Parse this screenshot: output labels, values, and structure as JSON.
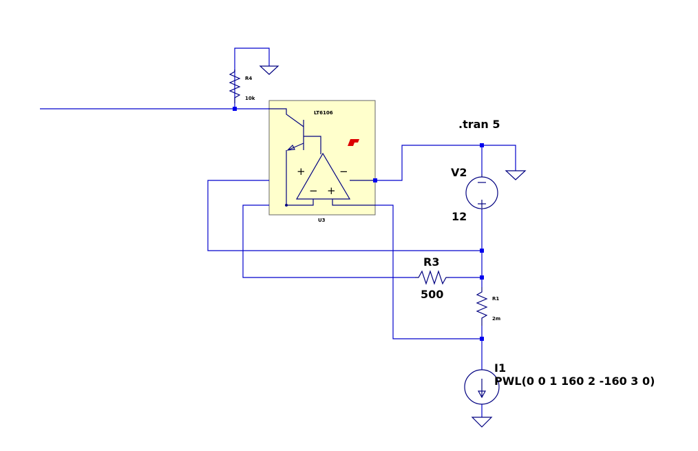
{
  "directive": ".tran 5",
  "components": {
    "r4": {
      "ref": "R4",
      "value": "10k"
    },
    "u3": {
      "ref": "U3",
      "part": "LT6106"
    },
    "v2": {
      "ref": "V2",
      "value": "12"
    },
    "r3": {
      "ref": "R3",
      "value": "500"
    },
    "r1": {
      "ref": "R1",
      "value": "2m"
    },
    "i1": {
      "ref": "I1",
      "value": "PWL(0 0 1 160 2 -160 3 0)"
    }
  },
  "opamp_signs": {
    "plus": "+",
    "minus": "−"
  },
  "colors": {
    "wire": "#0000cc",
    "symbol": "#000080",
    "ic_fill": "#ffffcc",
    "ic_border": "#666666",
    "logo": "#dd0000"
  },
  "icons": {
    "logo": "lt-logo-icon",
    "ground": "ground-icon"
  }
}
